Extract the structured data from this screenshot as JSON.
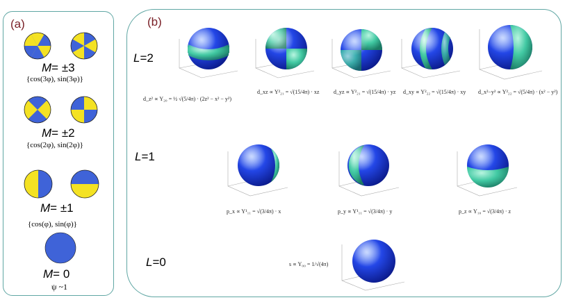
{
  "panel_a": {
    "label": "(a)",
    "rows": [
      {
        "m_var": "M",
        "m_value": "= ±3",
        "functions": "{cos(3φ), sin(3φ)}"
      },
      {
        "m_var": "M",
        "m_value": "= ±2",
        "functions": "{cos(2φ), sin(2φ)}"
      },
      {
        "m_var": "M",
        "m_value": "= ±1",
        "functions": "{cos(φ), sin(φ)}"
      },
      {
        "m_var": "M",
        "m_value": "= 0",
        "functions": "ψ ~1"
      }
    ]
  },
  "panel_b": {
    "label": "(b)",
    "l_rows": [
      {
        "var": "L",
        "value": "=2"
      },
      {
        "var": "L",
        "value": "=1"
      },
      {
        "var": "L",
        "value": "=0"
      }
    ],
    "formulas_l2": [
      "d_z² ∝ Y₂₀ = ½ √(5/4π) · (2z² − x² − y²)",
      "d_xz ∝ Y²₂₁ = √(15/4π) · xz",
      "d_yz ∝ Y²₂₁ = √(15/4π) · yz",
      "d_xy ∝ Y²₂₂ = √(15/4π) · xy",
      "d_x²−y² ∝ Y²₂₂ = √(5/4π) · (x² − y²)"
    ],
    "formulas_l1": [
      "p_x ∝ Y¹₁₁ = √(3/4π) · x",
      "p_y ∝ Y¹₁₁ = √(3/4π) · y",
      "p_z ∝ Y₁₀ = √(3/4π) · z"
    ],
    "formula_l0": "s ∝ Y₀₀ = 1/√(4π)"
  },
  "colors": {
    "panel_border": "#5fa6a3",
    "label_color": "#7a2027",
    "disk_blue": "#3f63d8",
    "disk_yellow": "#f4e223",
    "sphere_blue": "#1f3fe0",
    "sphere_green": "#3cc2a0"
  }
}
